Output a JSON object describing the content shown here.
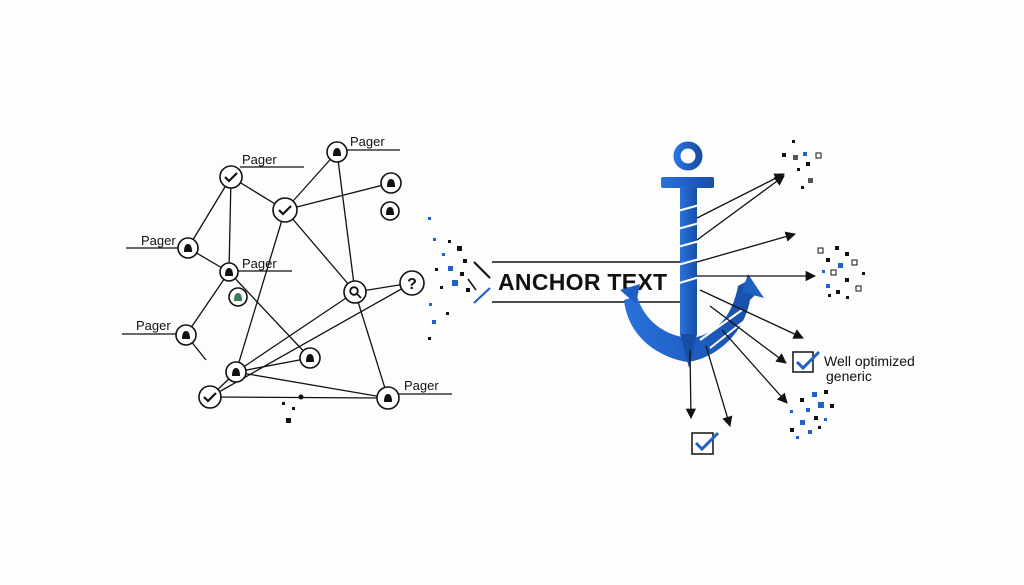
{
  "colors": {
    "accent": "#1f62c9",
    "ink": "#111111",
    "background": "#fdfdfd"
  },
  "graph": {
    "labels": [
      "Pager",
      "Pager",
      "Pager",
      "Pager",
      "Pager",
      "Pager"
    ]
  },
  "center": {
    "title": "ANCHOR TEXT"
  },
  "outputs": {
    "label_line1": "Well optimized",
    "label_line2": "generic"
  },
  "icons": [
    "check-icon",
    "bell-icon",
    "search-icon",
    "question-icon",
    "anchor-icon",
    "checkbox-icon"
  ]
}
